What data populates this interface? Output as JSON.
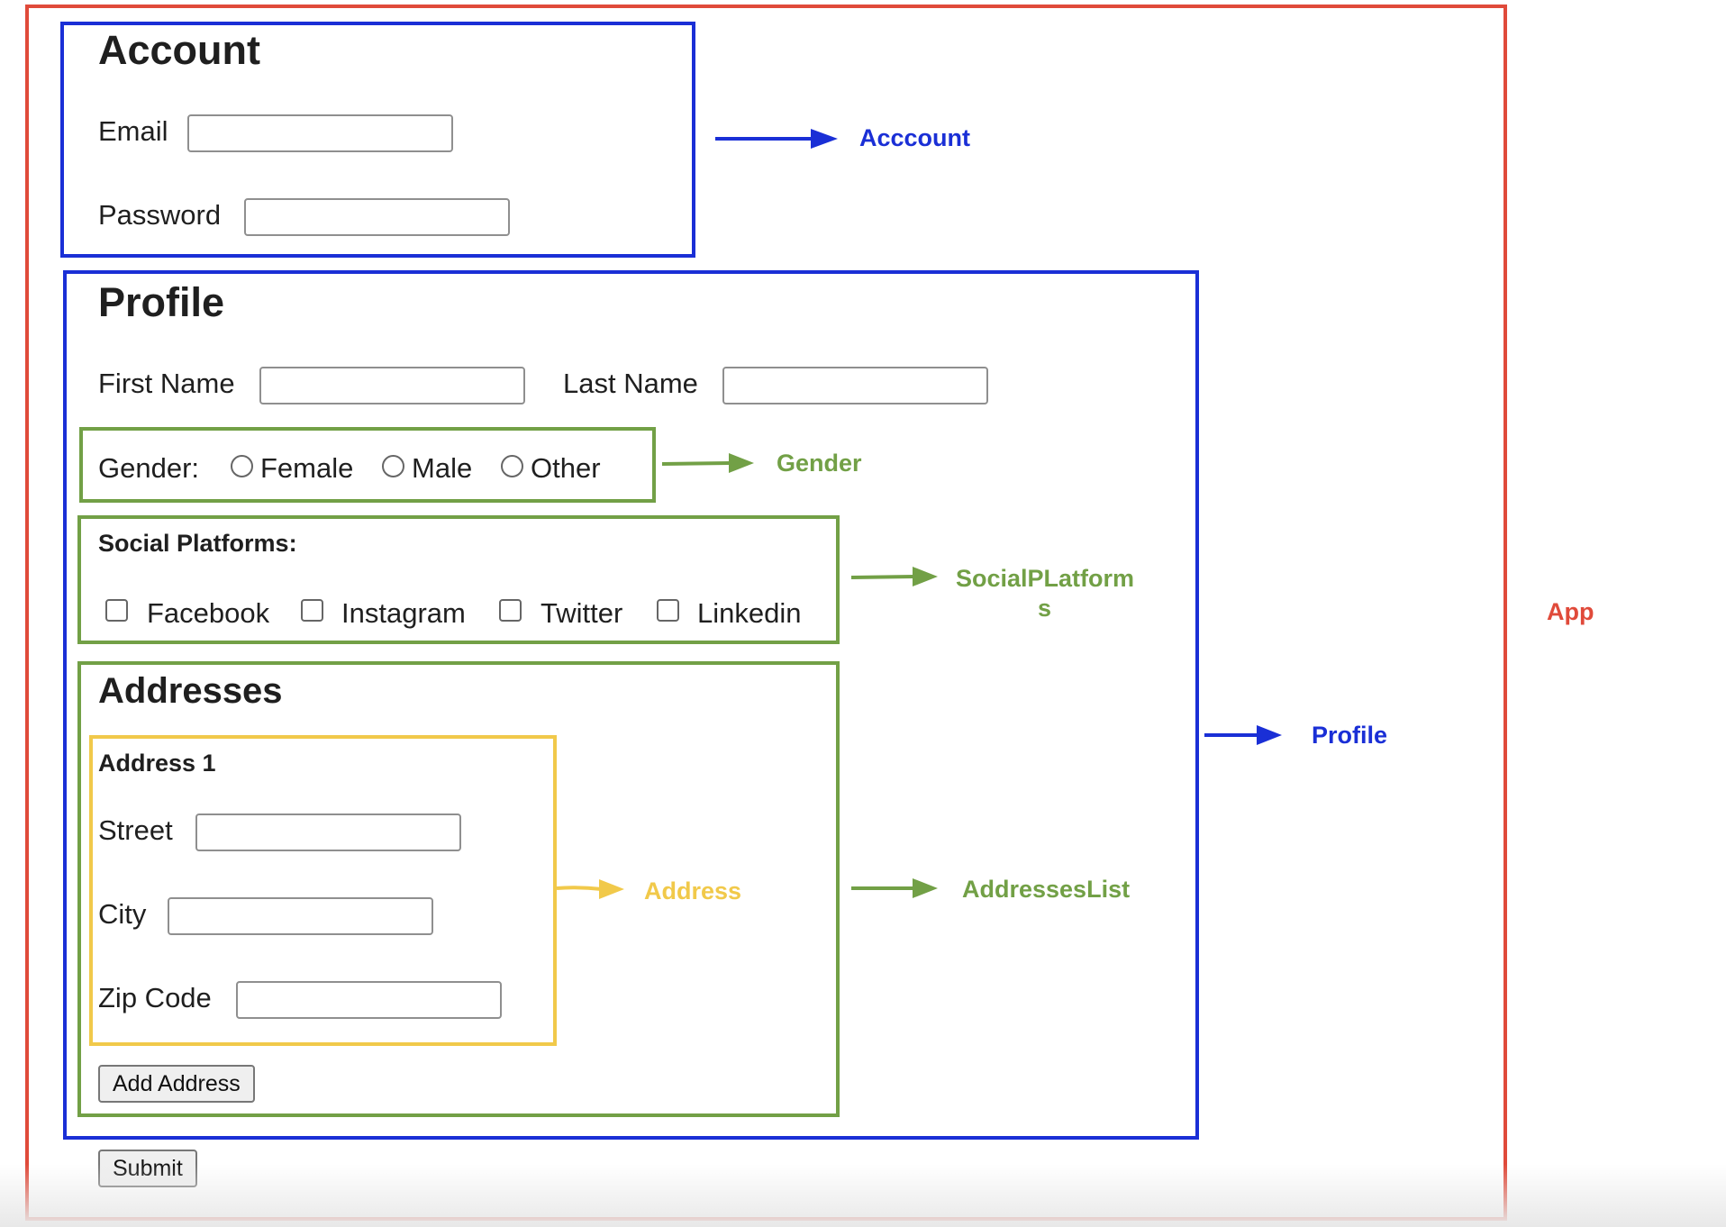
{
  "account": {
    "title": "Account",
    "email_label": "Email",
    "email_value": "",
    "password_label": "Password",
    "password_value": ""
  },
  "profile": {
    "title": "Profile",
    "first_name_label": "First Name",
    "first_name_value": "",
    "last_name_label": "Last Name",
    "last_name_value": "",
    "gender": {
      "label": "Gender:",
      "options": [
        "Female",
        "Male",
        "Other"
      ]
    },
    "social": {
      "label": "Social Platforms:",
      "options": [
        "Facebook",
        "Instagram",
        "Twitter",
        "Linkedin"
      ]
    },
    "addresses": {
      "title": "Addresses",
      "address_title": "Address 1",
      "street_label": "Street",
      "city_label": "City",
      "zip_label": "Zip Code",
      "add_button": "Add Address"
    }
  },
  "submit_button": "Submit",
  "annotations": {
    "account": "Acccount",
    "gender": "Gender",
    "social_line1": "SocialPLatform",
    "social_line2": "s",
    "address": "Address",
    "addresses_list": "AddressesList",
    "profile": "Profile",
    "app": "App"
  },
  "colors": {
    "app": "#e04a3a",
    "component": "#1a2fd6",
    "subcomponent": "#72a046",
    "nested": "#f1c94a"
  }
}
